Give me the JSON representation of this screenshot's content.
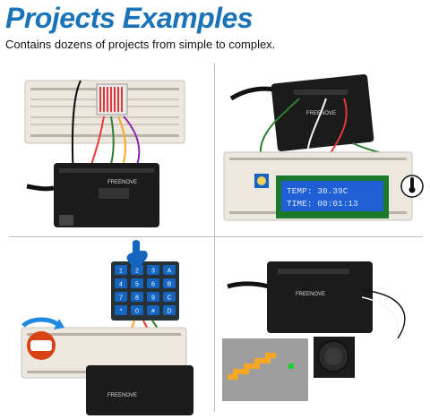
{
  "header": {
    "title": "Projects Examples",
    "subtitle": "Contains dozens of projects from simple to complex."
  },
  "board": {
    "brand": "FREENOVE"
  },
  "lcd": {
    "line1": "TEMP: 30.39C",
    "line2": "TIME: 00:01:13"
  },
  "keypad": {
    "keys": [
      "1",
      "2",
      "3",
      "A",
      "4",
      "5",
      "6",
      "B",
      "7",
      "8",
      "9",
      "C",
      "*",
      "0",
      "#",
      "D"
    ]
  },
  "colors": {
    "title": "#1a73b8",
    "board": "#1b1b1b",
    "breadboard": "#ece8e0",
    "lcd_bg": "#1f5fd6",
    "lcd_text": "#dbe8ff",
    "keypad": "#1565c0",
    "snake": "#f5a623",
    "food": "#22cc33"
  },
  "icons": [
    "thermometer-icon",
    "hand-pointer-icon",
    "rotate-arrow-icon"
  ]
}
